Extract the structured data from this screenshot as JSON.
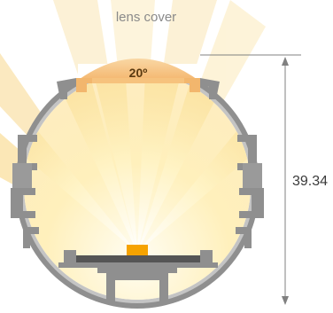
{
  "labels": {
    "lens_cover": "lens cover",
    "beam_angle": "20º",
    "dimension": "39.34"
  },
  "colors": {
    "profile_outer": "#8f8f8f",
    "profile_inner": "#b9b9b9",
    "light_core": "#fff6c8",
    "light_glow": "#f7c96a",
    "lens": "#f6bd78",
    "led": "#f6a300",
    "dimension_line": "#808080"
  },
  "icons": [
    "light-beam-icon",
    "led-icon",
    "dimension-arrow-icon"
  ]
}
